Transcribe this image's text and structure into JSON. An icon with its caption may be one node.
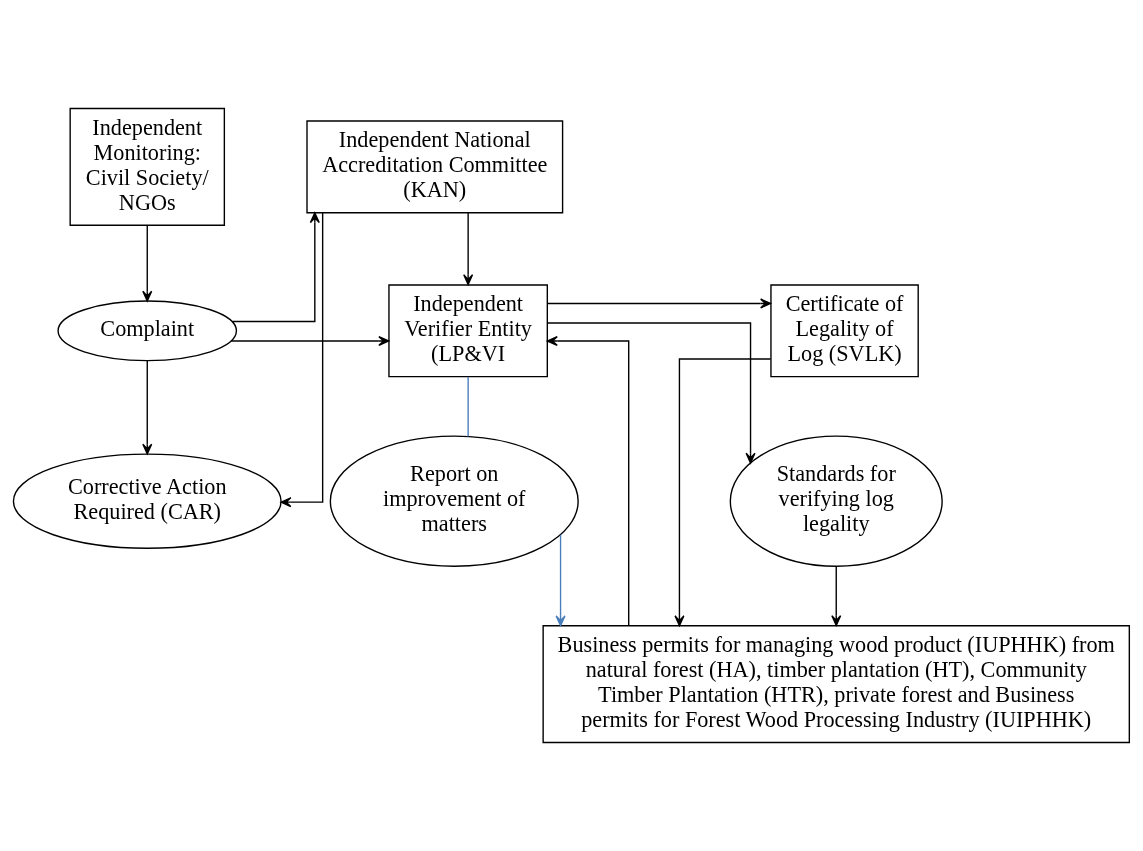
{
  "diagram": {
    "nodes": [
      {
        "text": [
          "Independent National Accreditation Committee (KAN)"
        ]
      },
      {
        "text": [
          "Independent Monitoring: Civil Society/ NGOs"
        ]
      },
      {
        "text": [
          "Certificate of Legality of Log (SVLK)"
        ]
      },
      {
        "text": [
          "Independent Verifier Entity (LP&VI"
        ]
      },
      {
        "text": [
          "Complaint"
        ]
      },
      {
        "text": [
          "Standards for verifying log legality"
        ]
      },
      {
        "text": [
          "Report on improvement of matters"
        ]
      },
      {
        "text": [
          "Corrective Action Required (CAR)"
        ]
      },
      {
        "text": [
          "Business permits for managing wood product (IUPHHK) from natural forest (HA), timber plantation (HT), Community Timber Plantation (HTR), private forest and Business permits for Forest Wood Processing Industry (IUIPHHK)"
        ]
      }
    ],
    "edges": [
      {
        "from": 0,
        "to": 3,
        "arrow": "to"
      },
      {
        "from": 3,
        "to": 2,
        "arrow": "to"
      },
      {
        "from": 3,
        "to": 5,
        "arrow": "to"
      },
      {
        "from": 2,
        "to": 8,
        "arrow": "to"
      },
      {
        "from": 5,
        "to": 8,
        "arrow": "to"
      },
      {
        "from": 8,
        "to": 3,
        "arrow": "to"
      },
      {
        "from": 3,
        "to": 6,
        "arrow": "none",
        "color": "#4a7ebb"
      },
      {
        "from": 6,
        "to": 8,
        "arrow": "to",
        "color": "#4a7ebb"
      },
      {
        "from": 1,
        "to": 4,
        "arrow": "to"
      },
      {
        "from": 4,
        "to": 0,
        "arrow": "to"
      },
      {
        "from": 4,
        "to": 3,
        "arrow": "to"
      },
      {
        "from": 0,
        "to": 7,
        "arrow": "to"
      },
      {
        "from": 4,
        "to": 7,
        "arrow": "to"
      }
    ]
  }
}
